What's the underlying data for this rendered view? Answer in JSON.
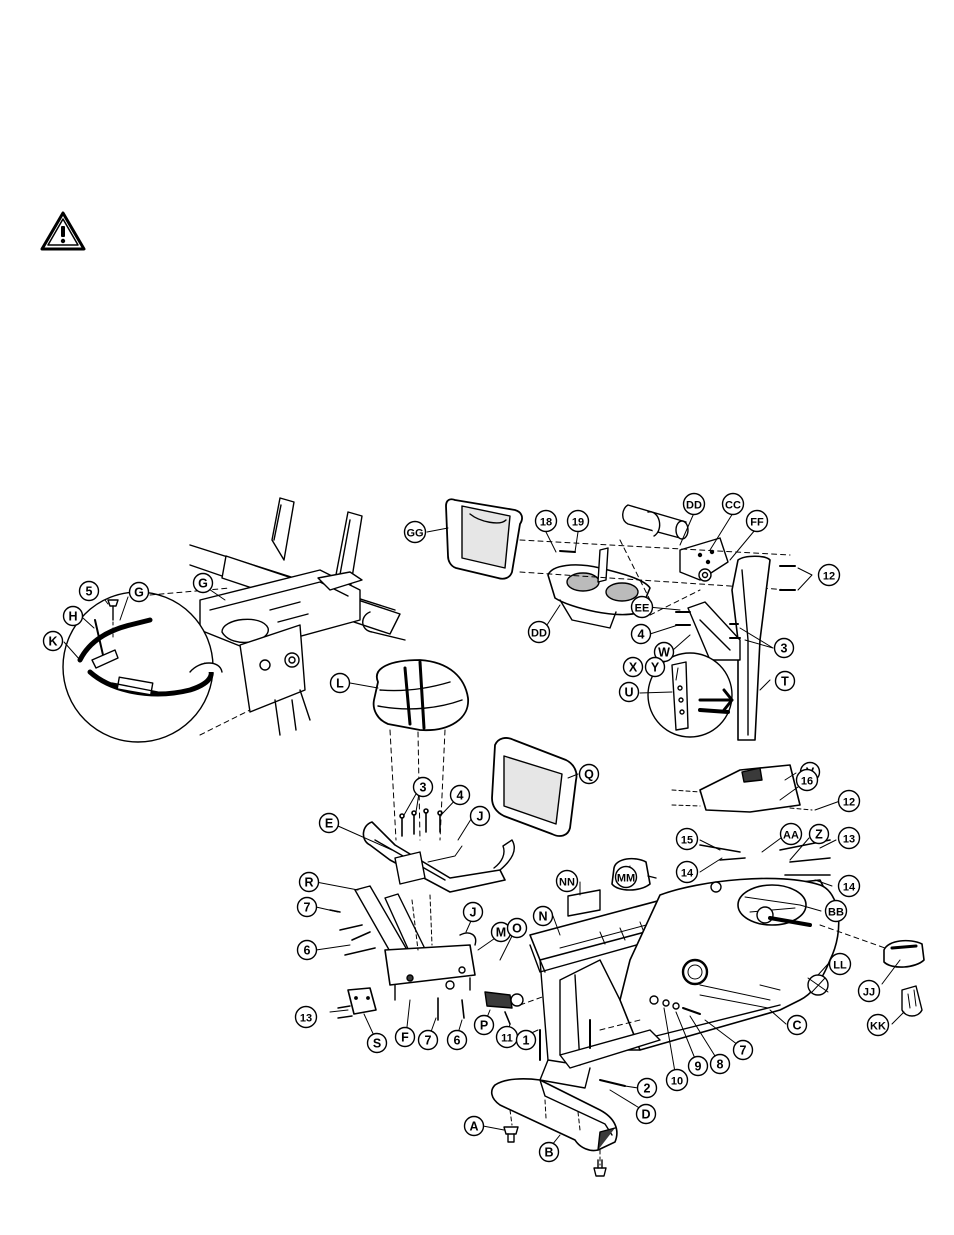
{
  "labels": {
    "GG": "GG",
    "DD_top": "DD",
    "CC": "CC",
    "FF": "FF",
    "n18": "18",
    "n19": "19",
    "n12_top": "12",
    "DD_tray": "DD",
    "EE": "EE",
    "n4_top": "4",
    "W": "W",
    "n3_top": "3",
    "T": "T",
    "X": "X",
    "Y": "Y",
    "U": "U",
    "n5": "5",
    "G_left": "G",
    "G_inner": "G",
    "H": "H",
    "K": "K",
    "L": "L",
    "Q": "Q",
    "V": "V",
    "n16": "16",
    "n12_mid": "12",
    "AA": "AA",
    "Z": "Z",
    "n13_right": "13",
    "n15": "15",
    "n14_a": "14",
    "n14_b": "14",
    "MM": "MM",
    "NN": "NN",
    "BB": "BB",
    "LL": "LL",
    "JJ": "JJ",
    "KK": "KK",
    "n3_mid": "3",
    "n4_mid": "4",
    "E": "E",
    "J_top": "J",
    "R": "R",
    "n7_left": "7",
    "n6_left": "6",
    "J_mid": "J",
    "M": "M",
    "O": "O",
    "N": "N",
    "n13_left": "13",
    "S": "S",
    "F": "F",
    "n7_bot": "7",
    "n6_bot": "6",
    "P": "P",
    "n11": "11",
    "n1": "1",
    "C": "C",
    "n7_right": "7",
    "n8": "8",
    "n9": "9",
    "n10": "10",
    "n2": "2",
    "D": "D",
    "A": "A",
    "B": "B"
  },
  "icons": {
    "warning": "warning-triangle-icon"
  },
  "colors": {
    "ink": "#000000",
    "paper": "#ffffff",
    "shade": "#d9d9d9",
    "dark": "#3a3a3a"
  }
}
